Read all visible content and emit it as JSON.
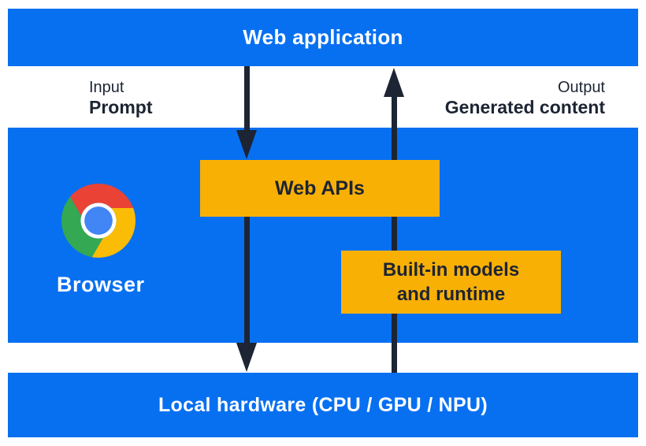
{
  "colors": {
    "blue": "#0770f1",
    "yellow": "#f9b005",
    "ink": "#1d2433",
    "white": "#ffffff",
    "logo_red": "#EA4335",
    "logo_yellow": "#FBBC05",
    "logo_green": "#34A853",
    "logo_blue": "#4285F4"
  },
  "top_bar": {
    "label": "Web application"
  },
  "flow_labels": {
    "input_caption": "Input",
    "input_value": "Prompt",
    "output_caption": "Output",
    "output_value": "Generated content"
  },
  "browser_panel": {
    "browser_label": "Browser",
    "web_apis_label": "Web APIs",
    "builtin_line1": "Built-in models",
    "builtin_line2": "and runtime"
  },
  "bottom_bar": {
    "label": "Local hardware (CPU / GPU / NPU)"
  },
  "icons": {
    "chrome_logo": "chrome-browser-logo"
  }
}
